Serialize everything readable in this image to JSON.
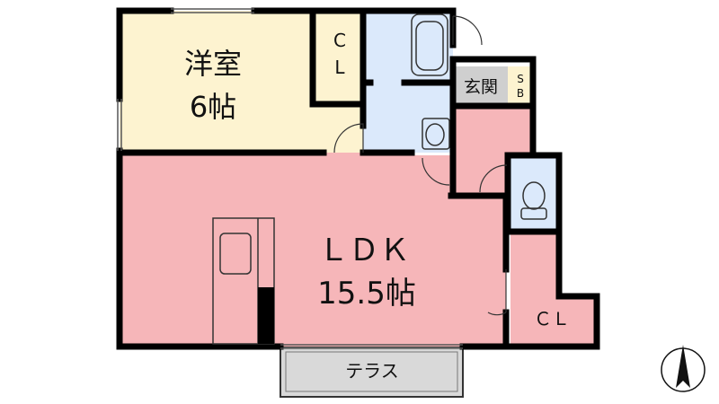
{
  "rooms": {
    "western_room": {
      "name": "洋室",
      "size": "6帖"
    },
    "western_closet": {
      "line1": "C",
      "line2": "L"
    },
    "entrance": {
      "name": "玄関"
    },
    "shoe_box": {
      "line1": "S",
      "line2": "B"
    },
    "ldk": {
      "name": "ＬＤＫ",
      "size": "15.5帖"
    },
    "ldk_closet": {
      "name": "ＣＬ"
    },
    "terrace": {
      "name": "テラス"
    }
  },
  "colors": {
    "western_room_fill": "#fdf3d0",
    "ldk_fill": "#f6b6b9",
    "wet_area_fill": "#dbe9fb",
    "entrance_fill": "#cfcfcf",
    "shoe_box_fill": "#fdf3d0",
    "terrace_fill": "#d9d9d9",
    "wall": "#000000"
  },
  "icons": {
    "compass": "north-arrow-icon"
  }
}
